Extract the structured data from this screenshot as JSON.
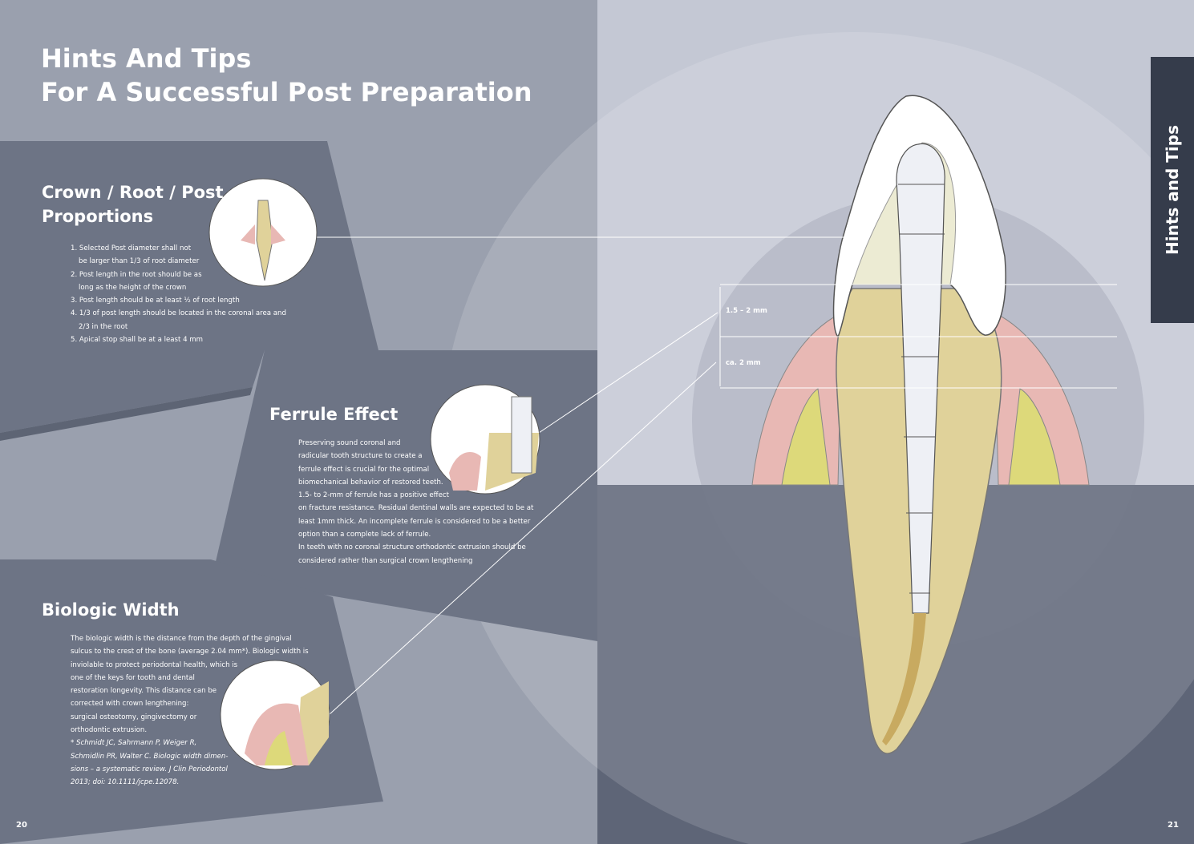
{
  "title": {
    "line1": "Hints And Tips",
    "line2": "For A Successful Post Preparation"
  },
  "side_tab": "Hints and Tips",
  "sections": {
    "crown": {
      "heading1": "Crown / Root / Post",
      "heading2": "Proportions",
      "lines": [
        "1. Selected Post diameter shall not",
        "be larger than 1/3 of root diameter",
        "2. Post length in the root should be as",
        "long as the height of the crown",
        "3. Post length should be at least ½ of root length",
        "4. 1/3 of post length should be located in the coronal area and",
        "2/3 in the root",
        "5. Apical stop shall be at a least 4 mm"
      ]
    },
    "ferrule": {
      "heading": "Ferrule Effect",
      "lines": [
        "Preserving sound coronal and",
        "radicular tooth structure to create a",
        "ferrule effect is crucial for the optimal",
        "biomechanical behavior of restored teeth.",
        "1.5- to 2-mm of ferrule has a positive effect",
        "on fracture resistance. Residual dentinal walls are expected to be at",
        "least 1mm thick.  An incomplete ferrule is considered to be a better",
        "option than a complete lack of ferrule.",
        "In teeth with no coronal structure orthodontic extrusion should be",
        "considered rather than surgical crown lengthening"
      ]
    },
    "biologic": {
      "heading": "Biologic Width",
      "lines": [
        "The biologic width is the distance from the depth of the gingival",
        "sulcus to the crest of the bone (average 2.04 mm*). Biologic width is",
        "inviolable to protect periodontal health, which is",
        "one of the keys for tooth and dental",
        "restoration longevity. This distance can be",
        "corrected with crown lengthening:",
        "surgical osteotomy, gingivectomy or",
        "orthodontic extrusion."
      ],
      "citation": [
        "* Schmidt JC, Sahrmann P, Weiger R,",
        "Schmidlin PR, Walter C. Biologic width dimen-",
        "sions – a systematic review. J Clin Periodontol",
        "2013; doi: 10.1111/jcpe.12078."
      ]
    }
  },
  "measurements": {
    "ferrule": "1.5 – 2 mm",
    "biologic": "ca. 2 mm"
  },
  "page_numbers": {
    "left": "20",
    "right": "21"
  }
}
